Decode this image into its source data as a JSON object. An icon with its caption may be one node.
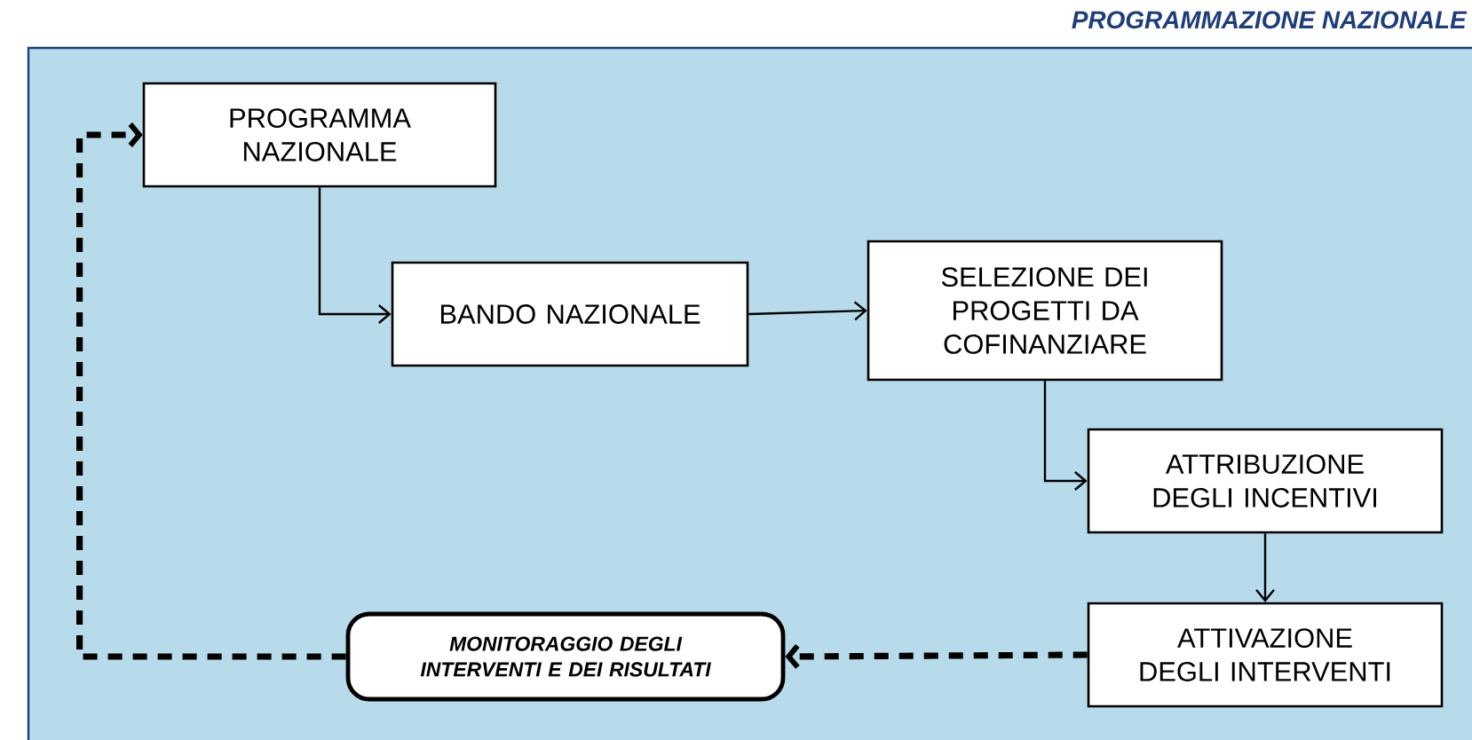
{
  "diagram": {
    "title": "PROGRAMMAZIONE NAZIONALE",
    "nodes": [
      {
        "text": [
          "PROGRAMMA NAZIONALE"
        ]
      },
      {
        "text": [
          "BANDO NAZIONALE"
        ]
      },
      {
        "text": [
          "SELEZIONE DEI PROGETTI DA COFINANZIARE"
        ]
      },
      {
        "text": [
          "ATTRIBUZIONE DEGLI INCENTIVI"
        ]
      },
      {
        "text": [
          "ATTIVAZIONE DEGLI INTERVENTI"
        ]
      },
      {
        "text": [
          "MONITORAGGIO DEGLI INTERVENTI E DEI RISULTATI"
        ]
      }
    ],
    "edges": [
      {
        "from": 0,
        "to": 1,
        "arrow": "to"
      },
      {
        "from": 1,
        "to": 2,
        "arrow": "to"
      },
      {
        "from": 2,
        "to": 3,
        "arrow": "to"
      },
      {
        "from": 3,
        "to": 4,
        "arrow": "to"
      },
      {
        "from": 4,
        "to": 5,
        "arrow": "to",
        "style": "dashed"
      },
      {
        "from": 5,
        "to": 0,
        "arrow": "to",
        "style": "dashed"
      }
    ]
  }
}
